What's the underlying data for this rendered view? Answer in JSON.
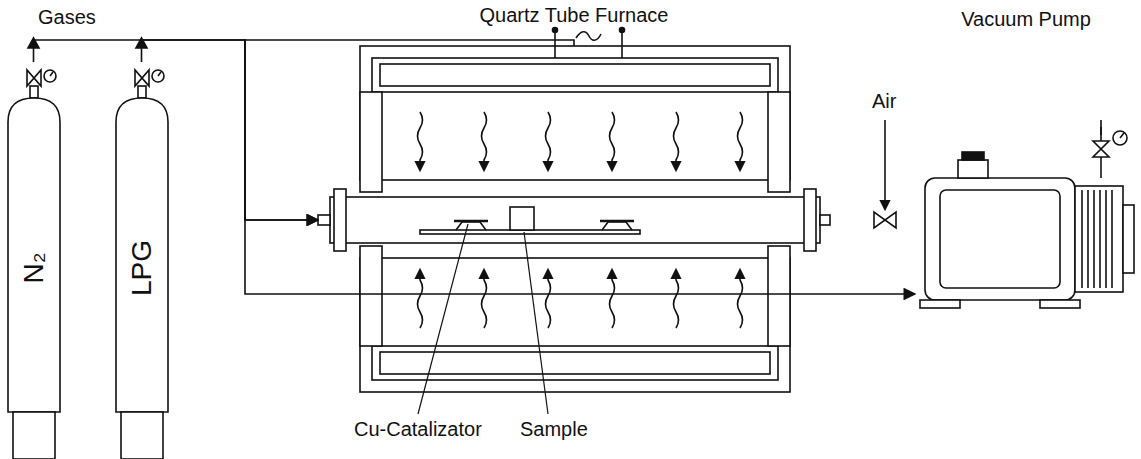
{
  "diagram": {
    "nodes": [
      {
        "text": [
          "N₂"
        ]
      },
      {
        "text": [
          "LPG"
        ]
      },
      {
        "text": [
          "Quartz Tube Furnace"
        ]
      },
      {
        "text": [
          "Vacuum Pump"
        ]
      }
    ],
    "edges": [
      {
        "from": 0,
        "to": 2,
        "arrow": "to"
      },
      {
        "from": 1,
        "to": 2,
        "arrow": "to"
      },
      {
        "from": 2,
        "to": 3,
        "arrow": "to"
      }
    ],
    "labels": [
      "Gases",
      "Air",
      "Cu-Catalizator",
      "Sample"
    ]
  }
}
